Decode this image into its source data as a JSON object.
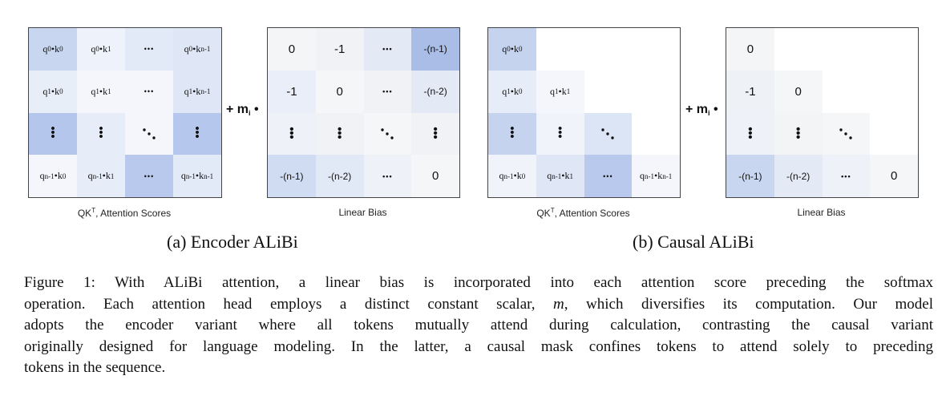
{
  "encoder": {
    "qk": {
      "cells": [
        [
          "q0k0",
          "q0k1",
          "hdots",
          "q0kn1"
        ],
        [
          "q1k0",
          "q1k1",
          "hdots",
          "q1kn1"
        ],
        [
          "vdots",
          "vdots",
          "ddots",
          "vdots"
        ],
        [
          "qn1k0",
          "qn1k1",
          "hdots",
          "qn1kn1"
        ]
      ],
      "shades": [
        [
          "#c9d6ef",
          "#eef2fa",
          "#e3eaf7",
          "#dfe7f6"
        ],
        [
          "#e8eef8",
          "#f4f6fb",
          "#f4f6fb",
          "#dfe7f6"
        ],
        [
          "#b4c6ec",
          "#e6edf8",
          "#f4f6fb",
          "#b5c7ec"
        ],
        [
          "#f4f6fb",
          "#e6edf8",
          "#b8c9ed",
          "#e3eaf7"
        ]
      ],
      "label": "QK",
      "label_sup": "T",
      "label_rest": ", Attention Scores"
    },
    "plus_label": "+ m",
    "plus_sub": "i",
    "plus_dot": "•",
    "bias": {
      "cells": [
        [
          "0",
          "-1",
          "hdots",
          "-(n-1)"
        ],
        [
          "-1",
          "0",
          "hdots",
          "-(n-2)"
        ],
        [
          "vdots",
          "vdots",
          "ddots",
          "vdots"
        ],
        [
          "-(n-1)",
          "-(n-2)",
          "hdots",
          "0"
        ]
      ],
      "shades": [
        [
          "#f4f5f7",
          "#f0f2f6",
          "#e3eaf5",
          "#a9bde6"
        ],
        [
          "#e9eef8",
          "#f5f6f8",
          "#f0f2f6",
          "#e3eaf5"
        ],
        [
          "#eef1f7",
          "#f0f2f6",
          "#f5f6f8",
          "#f0f2f6"
        ],
        [
          "#d0dcf2",
          "#e2e9f6",
          "#eef1f7",
          "#f5f6f8"
        ]
      ],
      "label": "Linear Bias"
    },
    "caption": "(a) Encoder ALiBi"
  },
  "causal": {
    "qk": {
      "cells": [
        [
          "q0k0",
          null,
          null,
          null
        ],
        [
          "q1k0",
          "q1k1",
          null,
          null
        ],
        [
          "vdots",
          "vdots",
          "ddots",
          null
        ],
        [
          "qn1k0",
          "qn1k1",
          "hdots",
          "qn1kn1"
        ]
      ],
      "shades": [
        [
          "#c5d3ef",
          null,
          null,
          null
        ],
        [
          "#e6edf8",
          "#f4f6fb",
          null,
          null
        ],
        [
          "#c5d3ef",
          "#f0f3fa",
          "#dce5f6",
          null
        ],
        [
          "#f0f3fa",
          "#dfe7f6",
          "#b8c9ed",
          "#f4f6fb"
        ]
      ],
      "label": "QK",
      "label_sup": "T",
      "label_rest": ", Attention Scores"
    },
    "plus_label": "+ m",
    "plus_sub": "i",
    "plus_dot": "•",
    "bias": {
      "cells": [
        [
          "0",
          null,
          null,
          null
        ],
        [
          "-1",
          "0",
          null,
          null
        ],
        [
          "vdots",
          "vdots",
          "ddots",
          null
        ],
        [
          "-(n-1)",
          "-(n-2)",
          "hdots",
          "0"
        ]
      ],
      "shades": [
        [
          "#f4f5f7",
          null,
          null,
          null
        ],
        [
          "#eef1f6",
          "#f5f6f8",
          null,
          null
        ],
        [
          "#eef1f7",
          "#f3f4f6",
          "#f5f6f8",
          null
        ],
        [
          "#c9d6ef",
          "#e4eaf5",
          "#eef1f7",
          "#f5f6f8"
        ]
      ],
      "label": "Linear Bias"
    },
    "caption": "(b) Causal ALiBi"
  },
  "figure_caption": [
    "Figure 1: With ALiBi attention, a linear bias is incorporated into each attention score preceding the softmax",
    "operation. Each attention head employs a distinct constant scalar, ",
    "m",
    ", which diversifies its computation. Our model",
    "adopts the encoder variant where all tokens mutually attend during calculation, contrasting the causal variant",
    "originally designed for language modeling. In the latter, a causal mask confines tokens to attend solely to preceding",
    "tokens in the sequence."
  ]
}
